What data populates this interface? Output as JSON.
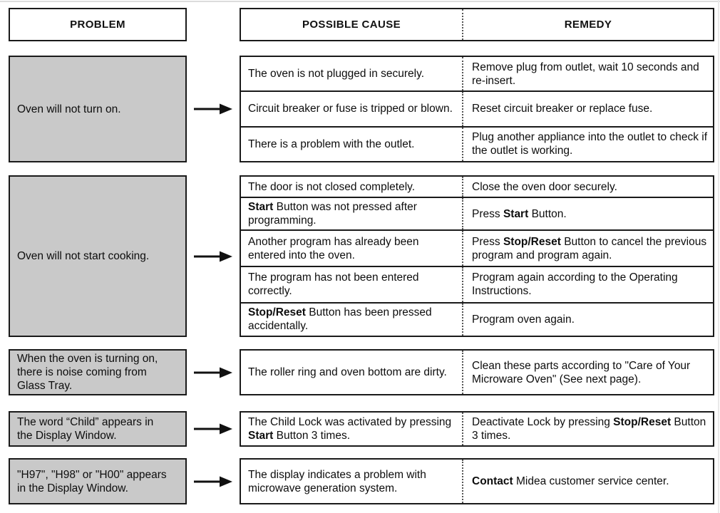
{
  "colors": {
    "problem_box_bg": "#c9c9c9",
    "border": "#1a1a1a",
    "page_bg": "#ffffff"
  },
  "header": {
    "problem": "PROBLEM",
    "cause": "POSSIBLE CAUSE",
    "remedy": "REMEDY"
  },
  "icons": {
    "arrow": "right-arrow"
  },
  "groups": [
    {
      "problem": "Oven will not turn on.",
      "rows": [
        {
          "cause": "The oven is not plugged in securely.",
          "remedy": "Remove plug from outlet, wait 10 seconds and re-insert."
        },
        {
          "cause": "Circuit breaker or fuse is tripped or blown.",
          "remedy": "Reset circuit breaker or replace fuse."
        },
        {
          "cause": "There is a problem with the outlet.",
          "remedy": "Plug another appliance into the outlet to check if the outlet is working."
        }
      ]
    },
    {
      "problem": "Oven will not start cooking.",
      "rows": [
        {
          "cause": "The door is not closed completely.",
          "remedy": "Close the oven door securely."
        },
        {
          "cause": "**Start** Button was not pressed after programming.",
          "remedy": "Press **Start** Button."
        },
        {
          "cause": "Another program has already been entered into the oven.",
          "remedy": "Press **Stop/Reset** Button to cancel the previous program and program again."
        },
        {
          "cause": "The program has not been entered correctly.",
          "remedy": "Program again according to the Operating Instructions."
        },
        {
          "cause": "**Stop/Reset** Button has been pressed accidentally.",
          "remedy": "Program oven again."
        }
      ]
    },
    {
      "problem": "When the oven is turning on, there is noise coming from Glass Tray.",
      "rows": [
        {
          "cause": "The roller ring and oven bottom are dirty.",
          "remedy": "Clean these parts according to \"Care of Your Microware Oven\" (See next page)."
        }
      ]
    },
    {
      "problem": "The word “Child” appears in the Display Window.",
      "rows": [
        {
          "cause": "The Child Lock was activated by pressing **Start** Button 3 times.",
          "remedy": "Deactivate Lock by pressing **Stop/Reset** Button 3 times."
        }
      ]
    },
    {
      "problem": "\"H97\", \"H98\" or \"H00\" appears in the Display Window.",
      "rows": [
        {
          "cause": "The display indicates a problem with microwave generation system.",
          "remedy": "**Contact** Midea customer service center."
        }
      ]
    }
  ]
}
